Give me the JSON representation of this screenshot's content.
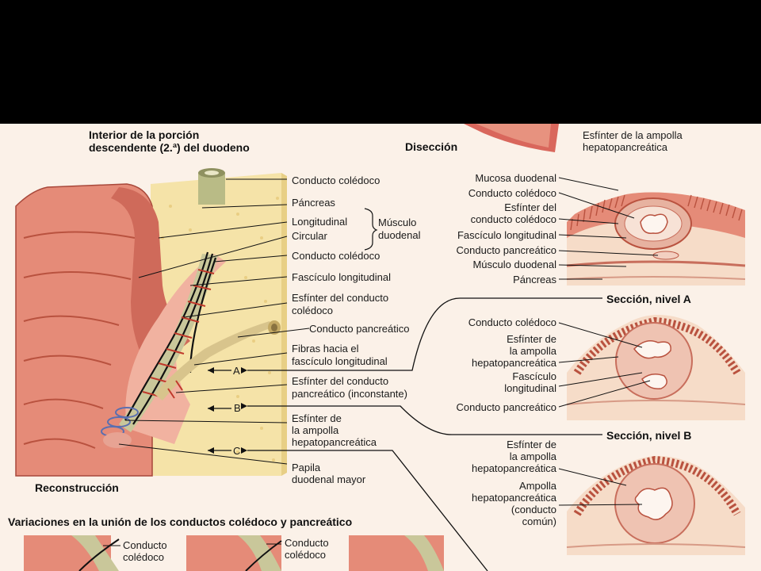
{
  "colors": {
    "background_top": "#000000",
    "paper": "#fbf1e8",
    "mucosa": "#e58b78",
    "pancreas": "#f5e3a8",
    "duct": "#c9c79a",
    "muscle": "#d9675c"
  },
  "headings": {
    "interior_line1": "Interior de la porción",
    "interior_line2": "descendente (2.ª) del duodeno",
    "diseccion": "Disección",
    "reconstruccion": "Reconstrucción",
    "variaciones": "Variaciones en la unión de los conductos colédoco y pancreático",
    "seccion_a": "Sección, nivel A",
    "seccion_b": "Sección, nivel B"
  },
  "top_label": {
    "line1": "Esfínter de la ampolla",
    "line2": "hepatopancreática"
  },
  "left_labels": {
    "coledoco_1": "Conducto colédoco",
    "pancreas": "Páncreas",
    "longitudinal": "Longitudinal",
    "circular": "Circular",
    "musculo_1": "Músculo",
    "musculo_2": "duodenal",
    "coledoco_2": "Conducto colédoco",
    "fasciculo": "Fascículo longitudinal",
    "esf_coledoco_1": "Esfínter del conducto",
    "esf_coledoco_2": "colédoco",
    "pancreatico": "Conducto pancreático",
    "fibras_1": "Fibras hacia el",
    "fibras_2": "fascículo longitudinal",
    "esf_panc_1": "Esfínter del conducto",
    "esf_panc_2": "pancreático (inconstante)",
    "esf_amp_1": "Esfínter de",
    "esf_amp_2": "la ampolla",
    "esf_amp_3": "hepatopancreática",
    "papila_1": "Papila",
    "papila_2": "duodenal mayor",
    "letter_a": "A",
    "letter_b": "B",
    "letter_c": "C"
  },
  "dissection_labels": {
    "mucosa": "Mucosa duodenal",
    "coledoco": "Conducto colédoco",
    "esf_1": "Esfínter del",
    "esf_2": "conducto colédoco",
    "fasciculo": "Fascículo longitudinal",
    "pancreatico": "Conducto pancreático",
    "musculo": "Músculo duodenal",
    "pancreas": "Páncreas"
  },
  "section_a_labels": {
    "coledoco": "Conducto colédoco",
    "esf_1": "Esfínter de",
    "esf_2": "la ampolla",
    "esf_3": "hepatopancreática",
    "fasc_1": "Fascículo",
    "fasc_2": "longitudinal",
    "pancreatico": "Conducto pancreático"
  },
  "section_b_labels": {
    "esf_1": "Esfínter de",
    "esf_2": "la ampolla",
    "esf_3": "hepatopancreática",
    "amp_1": "Ampolla",
    "amp_2": "hepatopancreática",
    "amp_3": "(conducto",
    "amp_4": "común)"
  },
  "variation_labels": {
    "v1_1": "Conducto",
    "v1_2": "colédoco",
    "v2_1": "Conducto",
    "v2_2": "colédoco"
  }
}
